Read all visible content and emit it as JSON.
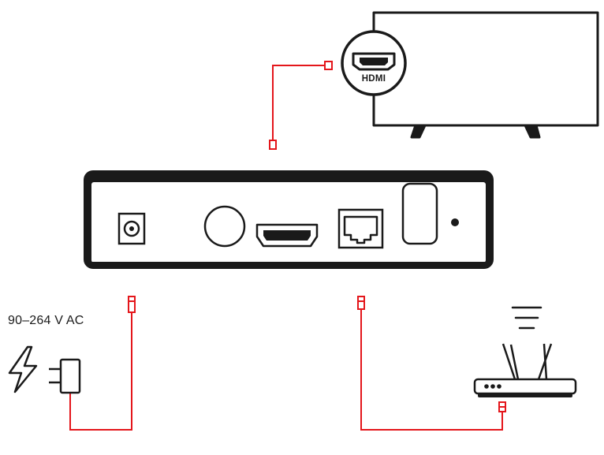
{
  "power": {
    "voltage_label": "90–264 V AC"
  },
  "tv": {
    "hdmi_label": "HDMI"
  },
  "colors": {
    "cable": "#e4161b",
    "outline": "#1a1a1a",
    "background": "#ffffff"
  },
  "icons": [
    "tv-icon",
    "hdmi-port-icon",
    "set-top-box",
    "dc-power-port",
    "round-button",
    "hdmi-port",
    "ethernet-port",
    "usb-slot",
    "led-indicator",
    "lightning-icon",
    "power-plug-icon",
    "wifi-router-icon",
    "wifi-signal-icon"
  ]
}
